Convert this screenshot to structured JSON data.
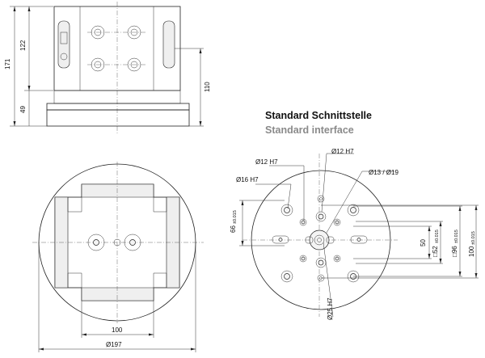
{
  "titles": {
    "german": "Standard Schnittstelle",
    "english": "Standard interface"
  },
  "side_view": {
    "dims": {
      "total_height": "171",
      "upper_height": "122",
      "base_height": "49",
      "right_height": "110"
    }
  },
  "plan_view": {
    "dims": {
      "width_inner": "100",
      "diameter": "Ø197"
    }
  },
  "interface_view": {
    "labels": {
      "d12h7_left": "Ø12 H7",
      "d12h7_right": "Ø12 H7",
      "d16h7": "Ø16 H7",
      "d13_19": "Ø13 / Ø19",
      "tol_66": "66",
      "tol_66_suffix": "±0.015",
      "d50": "50",
      "sq52": "□52",
      "sq52_suffix": "±0.015",
      "sq96": "□96",
      "sq96_suffix": "±0.015",
      "d100": "100",
      "d100_suffix": "±0.015",
      "d25h7": "Ø25 H7"
    }
  }
}
